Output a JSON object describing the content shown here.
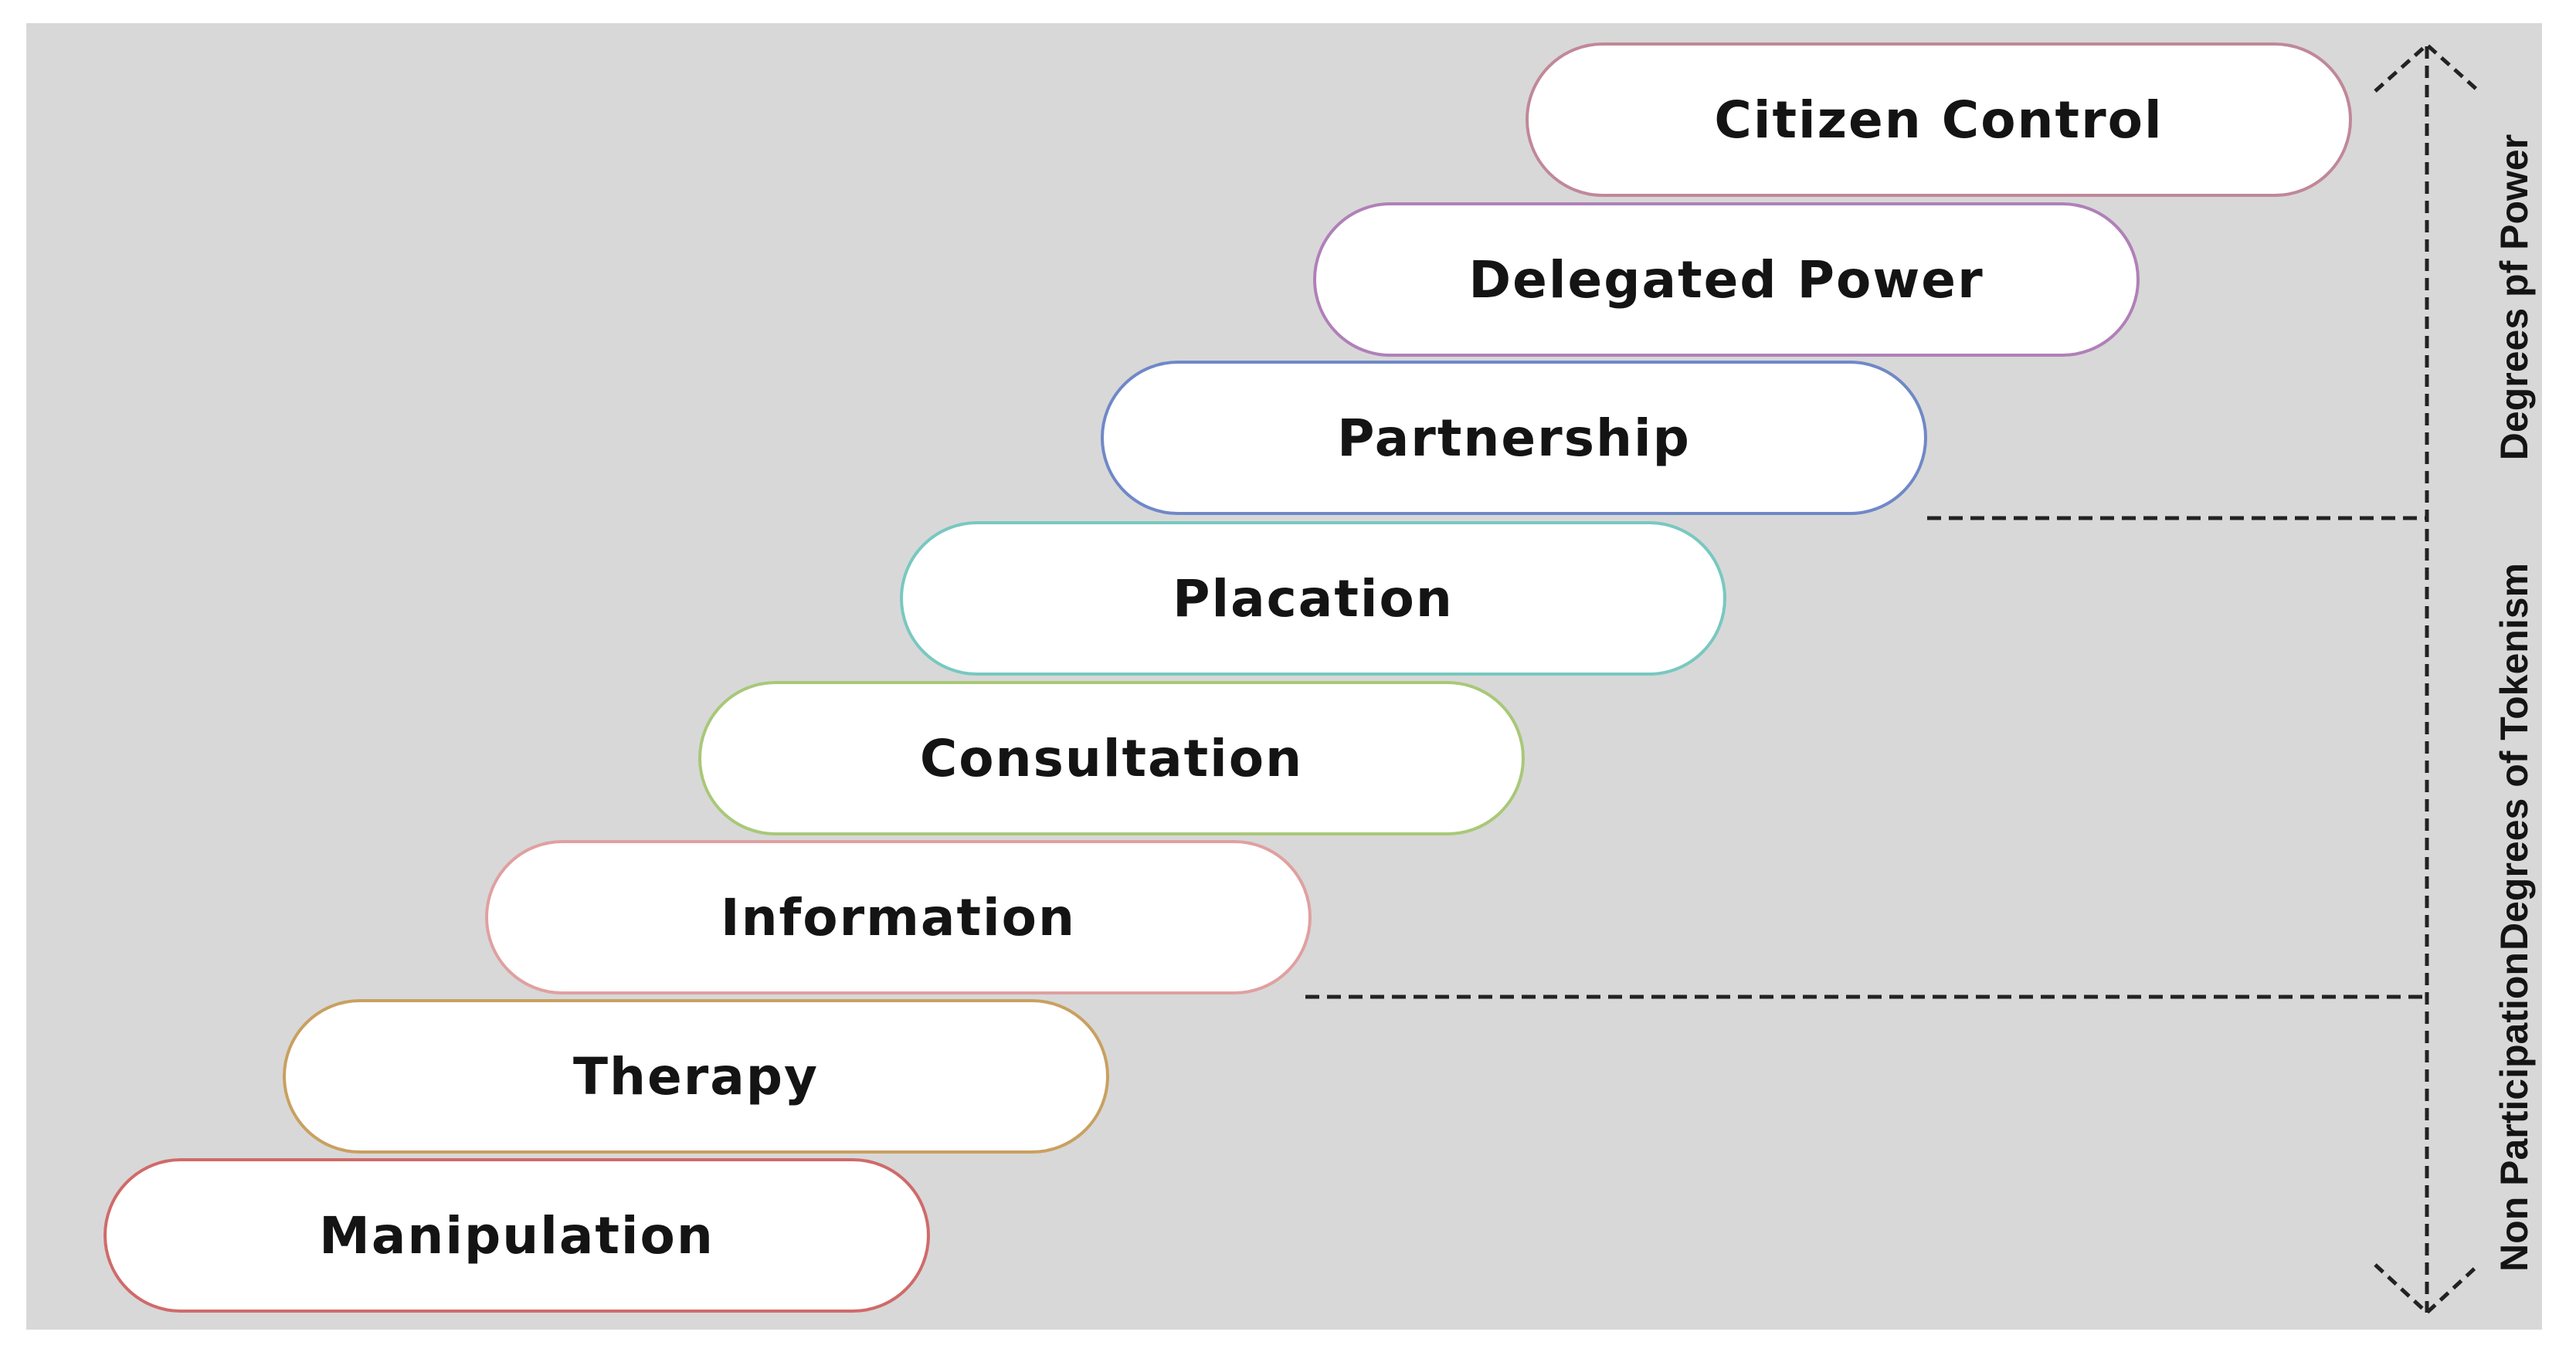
{
  "ladder": {
    "rungs": [
      {
        "label": "Manipulation",
        "color": "#d06a6a"
      },
      {
        "label": "Therapy",
        "color": "#c9a060"
      },
      {
        "label": "Information",
        "color": "#e0a0a0"
      },
      {
        "label": "Consultation",
        "color": "#a8c878"
      },
      {
        "label": "Placation",
        "color": "#78c8c0"
      },
      {
        "label": "Partnership",
        "color": "#6f88c8"
      },
      {
        "label": "Delegated Power",
        "color": "#b080b8"
      },
      {
        "label": "Citizen Control",
        "color": "#c08898"
      }
    ]
  },
  "axis": {
    "groups": [
      {
        "label": "Degrees pf Power"
      },
      {
        "label": "Degrees of Tokenism"
      },
      {
        "label": "Non Participation"
      }
    ]
  },
  "colors": {
    "background": "#d8d8d8",
    "rung_fill": "#ffffff",
    "text": "#141414",
    "dashes": "#222222"
  }
}
